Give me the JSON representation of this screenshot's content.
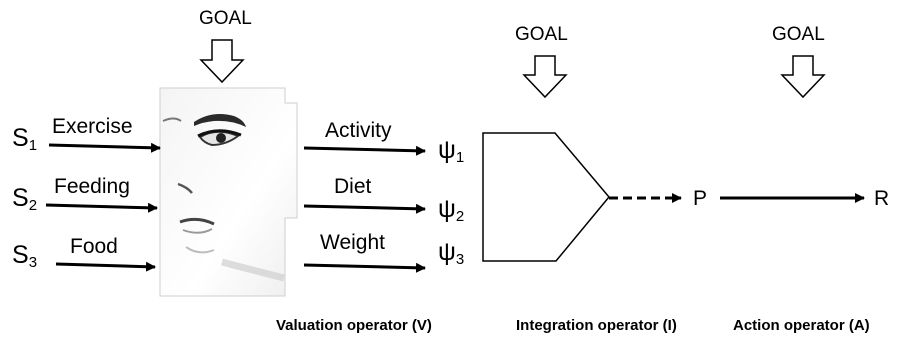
{
  "inputs": [
    {
      "symbol": "S",
      "index": "1",
      "label": "Exercise"
    },
    {
      "symbol": "S",
      "index": "2",
      "label": "Feeding"
    },
    {
      "symbol": "S",
      "index": "3",
      "label": "Food"
    }
  ],
  "outputs": [
    {
      "label": "Activity",
      "symbol": "ψ",
      "index": "1"
    },
    {
      "label": "Diet",
      "symbol": "ψ",
      "index": "2"
    },
    {
      "label": "Weight",
      "symbol": "ψ",
      "index": "3"
    }
  ],
  "goal_label": "GOAL",
  "p_label": "P",
  "r_label": "R",
  "operators": {
    "valuation": "Valuation operator (V)",
    "integration": "Integration operator (I)",
    "action": "Action operator (A)"
  }
}
